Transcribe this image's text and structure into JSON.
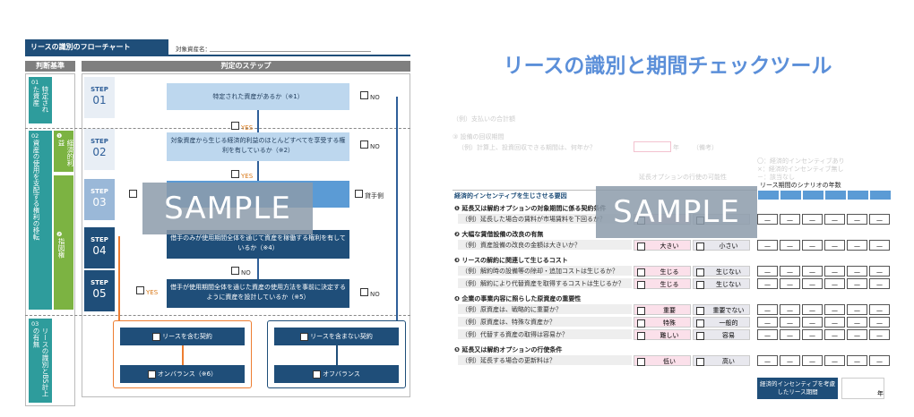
{
  "flowchart": {
    "title": "リースの識別のフローチャート",
    "asset_name_label": "対象資産名：",
    "criteria_header": "判断基準",
    "steps_header": "判定のステップ",
    "criteria": [
      {
        "num": "01",
        "text": "特定された資産"
      },
      {
        "num": "02",
        "text": "資産の使用を支配する権利の移転"
      },
      {
        "num": "03",
        "text": "リースの識別とBS計上の有無"
      }
    ],
    "sub_criteria": [
      {
        "num": "❶",
        "text": "経済的利益"
      },
      {
        "num": "❷",
        "text": "指図権"
      }
    ],
    "steps": [
      {
        "label": "STEP",
        "num": "01",
        "question": "特定された資産があるか（※1）"
      },
      {
        "label": "STEP",
        "num": "02",
        "question": "対象資産から生じる経済的利益のほとんどすべてを享受する権利を有しているか（※2）"
      },
      {
        "label": "STEP",
        "num": "03",
        "question": ""
      },
      {
        "label": "STEP",
        "num": "04",
        "question": "借手のみが使用期間全体を通じて資産を稼働する権利を有しているか（※4）"
      },
      {
        "label": "STEP",
        "num": "05",
        "question": "借手が使用期間全体を通じた資産の使用方法を事前に決定するように資産を設計しているか（※5）"
      }
    ],
    "yes": "YES",
    "no": "NO",
    "lessee": "貸手側",
    "result_lease": "リースを含む契約",
    "result_no_lease": "リースを含まない契約",
    "on_balance": "オンバランス（※6）",
    "off_balance": "オフバランス",
    "sample": "SAMPLE"
  },
  "tool": {
    "title": "リースの識別と期間チェックツール",
    "sample": "SAMPLE",
    "faint_row1": "（例）支払いの合計額",
    "faint_row2": "③ 設備の回収期間",
    "faint_row3": "（例）計算上、投資回収できる期間は、何年か？",
    "faint_year": "年",
    "faint_note": "（備考）",
    "legend": [
      "〇：経済的インセンティブあり",
      "×：経済的インセンティブ無し",
      "－：該当なし"
    ],
    "option_note": "延長オプションの行使の可能性",
    "scenario_header": "リース期間のシナリオの年数",
    "econ_section": "経済的インセンティブを生じさせる要因",
    "sections": [
      {
        "title": "❶ 延長又は解約オプションの対象期間に係る契約条件",
        "rows": [
          {
            "q": "（例）延長した場合の賃料が市場賃料を下回るか？",
            "opt1": "",
            "opt2": ""
          }
        ]
      },
      {
        "title": "❷ 大幅な賃借設備の改良の有無",
        "rows": [
          {
            "q": "（例）資産設備の改良の金額は大きいか？",
            "opt1": "大きい",
            "opt2": "小さい"
          }
        ]
      },
      {
        "title": "❸ リースの解約に関連して生じるコスト",
        "rows": [
          {
            "q": "（例）解約時の設備等の除却・追加コストは生じるか？",
            "opt1": "生じる",
            "opt2": "生じない"
          },
          {
            "q": "（例）解約により代替資産を取得するコストは生じるか？",
            "opt1": "生じる",
            "opt2": "生じない"
          }
        ]
      },
      {
        "title": "❹ 企業の事業内容に照らした原資産の重要性",
        "rows": [
          {
            "q": "（例）原資産は、戦略的に重要か？",
            "opt1": "重要",
            "opt2": "重要でない"
          },
          {
            "q": "（例）原資産は、特殊な資産か？",
            "opt1": "特殊",
            "opt2": "一般的"
          },
          {
            "q": "（例）代替する資産の取得は容易か？",
            "opt1": "難しい",
            "opt2": "容易"
          }
        ]
      },
      {
        "title": "❺ 延長又は解約オプションの行使条件",
        "rows": [
          {
            "q": "（例）延長する場合の更新料は？",
            "opt1": "低い",
            "opt2": "高い"
          }
        ]
      }
    ],
    "dash": "—",
    "footer_label": "経済的インセンティブを考慮したリース期間",
    "footer_unit": "年"
  }
}
